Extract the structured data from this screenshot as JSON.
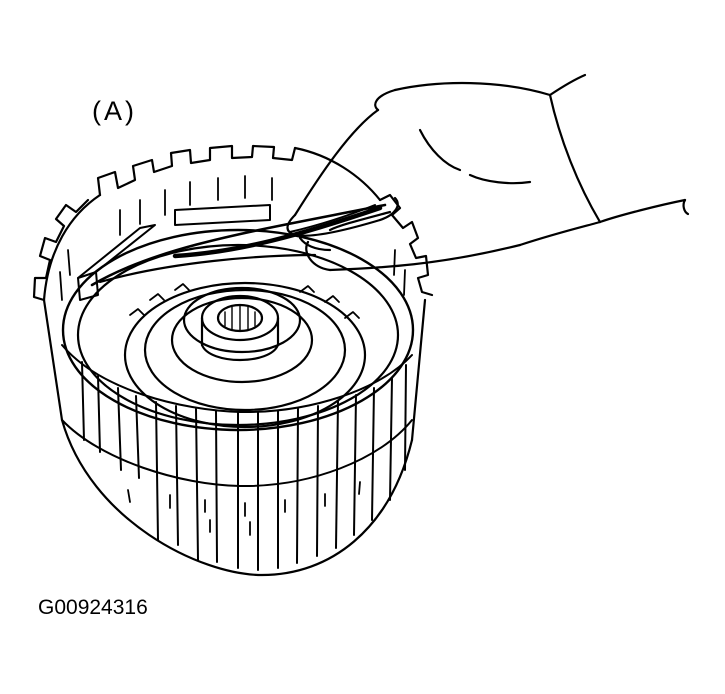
{
  "callout": {
    "label": "(A)"
  },
  "figure": {
    "code": "G00924316"
  },
  "colors": {
    "ink": "#000000",
    "paper": "#ffffff"
  },
  "icons": {
    "drum": "clutch-drum-illustration",
    "hand": "hand-illustration",
    "ring": "snap-ring-illustration"
  }
}
